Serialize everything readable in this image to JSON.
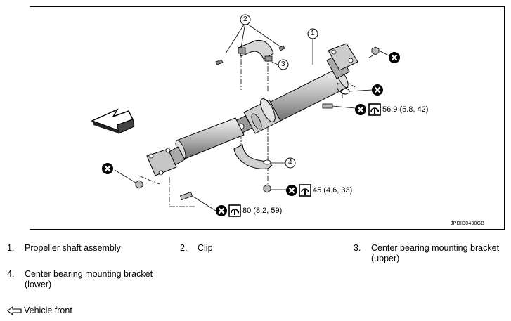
{
  "diagram": {
    "callouts": [
      "1",
      "2",
      "3",
      "4"
    ],
    "torques": {
      "rear_flange": "56.9 (5.8, 42)",
      "bracket_nut": "45 (4.6, 33)",
      "front_bolt": "80 (8.2, 59)"
    },
    "figure_code": "JPDID0430GB"
  },
  "legend": [
    {
      "num": "1.",
      "text": "Propeller shaft assembly"
    },
    {
      "num": "2.",
      "text": "Clip"
    },
    {
      "num": "3.",
      "text": "Center bearing mounting bracket\n(upper)"
    },
    {
      "num": "4.",
      "text": "Center bearing mounting bracket\n(lower)"
    }
  ],
  "front_label": "Vehicle front",
  "icons": {
    "replace": "x-circle-icon",
    "torque": "torque-wrench-icon",
    "front": "outline-arrow-left-icon"
  }
}
